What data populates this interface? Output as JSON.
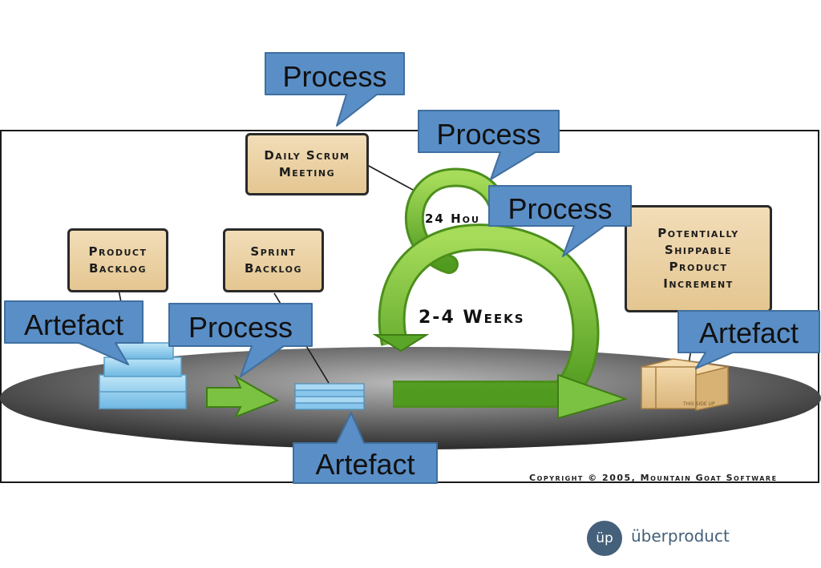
{
  "diagram": {
    "boxes": {
      "daily_scrum": [
        "Daily Scrum",
        "Meeting"
      ],
      "product_backlog": [
        "Product",
        "Backlog"
      ],
      "sprint_backlog": [
        "Sprint",
        "Backlog"
      ],
      "increment": [
        "Potentially",
        "Shippable",
        "Product",
        "Increment"
      ]
    },
    "cycle_labels": {
      "daily": "24 Hou",
      "sprint": "2-4 Weeks"
    },
    "box_art_text": "THIS SIDE UP",
    "copyright": "Copyright © 2005, Mountain Goat Software"
  },
  "callouts": {
    "process_daily": "Process",
    "process_loop": "Process",
    "process_sprint": "Process",
    "process_planning": "Process",
    "artefact_product_backlog": "Artefact",
    "artefact_sprint_backlog": "Artefact",
    "artefact_increment": "Artefact"
  },
  "branding": {
    "logo_text": "üp",
    "name": "überproduct"
  },
  "colors": {
    "callout_blue": "#5a8ec6",
    "callout_border": "#3f6f9f",
    "arrow_green": "#7cc242",
    "box_tan": "#ecd3a6",
    "brand": "#44607a"
  }
}
